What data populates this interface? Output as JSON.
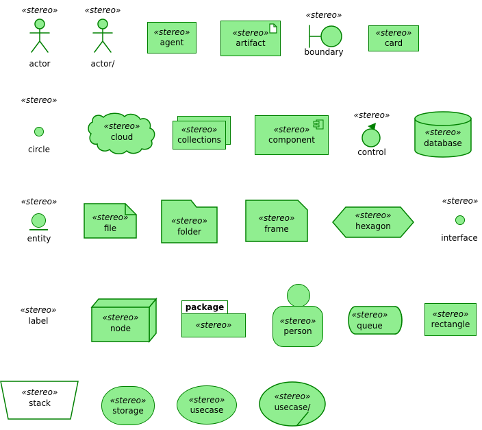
{
  "colors": {
    "fill": "#90EE90",
    "border": "#008000",
    "text": "#000000",
    "background": "#FFFFFF"
  },
  "stereotype": "«stereo»",
  "items": {
    "actor": {
      "label": "actor"
    },
    "actor_business": {
      "label": "actor/"
    },
    "agent": {
      "label": "agent"
    },
    "artifact": {
      "label": "artifact"
    },
    "boundary": {
      "label": "boundary"
    },
    "card": {
      "label": "card"
    },
    "circle": {
      "label": "circle"
    },
    "cloud": {
      "label": "cloud"
    },
    "collections": {
      "label": "collections"
    },
    "component": {
      "label": "component"
    },
    "control": {
      "label": "control"
    },
    "database": {
      "label": "database"
    },
    "entity": {
      "label": "entity"
    },
    "file": {
      "label": "file"
    },
    "folder": {
      "label": "folder"
    },
    "frame": {
      "label": "frame"
    },
    "hexagon": {
      "label": "hexagon"
    },
    "interface": {
      "label": "interface"
    },
    "label": {
      "label": "label"
    },
    "node": {
      "label": "node"
    },
    "package": {
      "label": "package"
    },
    "person": {
      "label": "person"
    },
    "queue": {
      "label": "queue"
    },
    "rectangle": {
      "label": "rectangle"
    },
    "stack": {
      "label": "stack"
    },
    "storage": {
      "label": "storage"
    },
    "usecase": {
      "label": "usecase"
    },
    "usecase_business": {
      "label": "usecase/"
    }
  }
}
